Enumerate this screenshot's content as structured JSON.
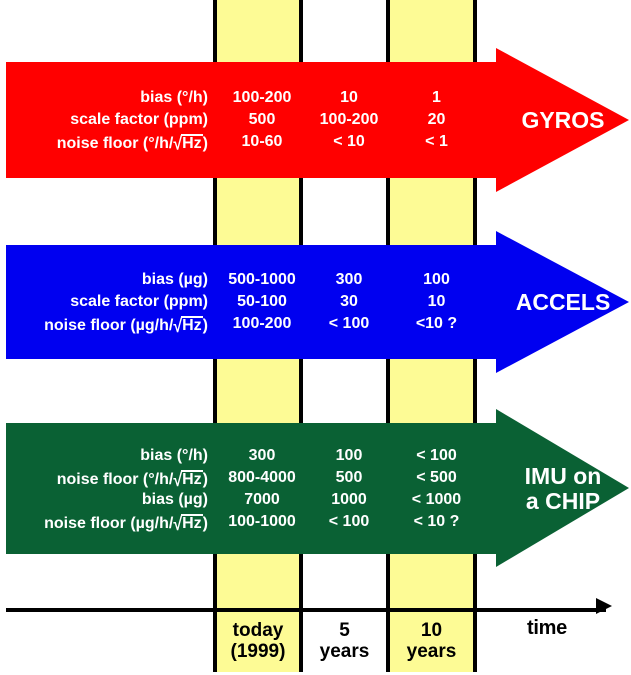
{
  "chart_data": {
    "type": "table",
    "title": "Inertial sensor technology roadmap",
    "xlabel": "time",
    "columns": [
      "today (1999)",
      "5 years",
      "10 years"
    ],
    "rows": [
      {
        "technology": "GYROS",
        "color": "#ff0000",
        "metrics": [
          {
            "label": "bias (°/h)",
            "values": [
              "100-200",
              "10",
              "1"
            ]
          },
          {
            "label": "scale factor (ppm)",
            "values": [
              "500",
              "100-200",
              "20"
            ]
          },
          {
            "label": "noise floor (°/h/√Hz)",
            "values": [
              "10-60",
              "< 10",
              "< 1"
            ]
          }
        ]
      },
      {
        "technology": "ACCELS",
        "color": "#0000f0",
        "metrics": [
          {
            "label": "bias (µg)",
            "values": [
              "500-1000",
              "300",
              "100"
            ]
          },
          {
            "label": "scale factor (ppm)",
            "values": [
              "50-100",
              "30",
              "10"
            ]
          },
          {
            "label": "noise floor (µg/h/√Hz)",
            "values": [
              "100-200",
              "< 100",
              "<10 ?"
            ]
          }
        ]
      },
      {
        "technology": "IMU on a CHIP",
        "color": "#0a6134",
        "metrics": [
          {
            "label": "bias (°/h)",
            "values": [
              "300",
              "100",
              "< 100"
            ]
          },
          {
            "label": "noise floor (°/h/√Hz)",
            "values": [
              "800-4000",
              "500",
              "< 500"
            ]
          },
          {
            "label": "bias (µg)",
            "values": [
              "7000",
              "1000",
              "< 1000"
            ]
          },
          {
            "label": "noise floor (µg/h/√Hz)",
            "values": [
              "100-1000",
              "< 100",
              "< 10 ?"
            ]
          }
        ]
      }
    ]
  },
  "rows": {
    "gyros": {
      "title": "GYROS",
      "title_line1": "GYROS",
      "title_line2": "",
      "metrics": [
        {
          "label_pre": "bias (°/h)",
          "has_sqrt": false,
          "sqrt_pre": "",
          "sqrt_body": "",
          "sqrt_post": "",
          "v0": "100-200",
          "v1": "10",
          "v2": "1"
        },
        {
          "label_pre": "scale factor (ppm)",
          "has_sqrt": false,
          "sqrt_pre": "",
          "sqrt_body": "",
          "sqrt_post": "",
          "v0": "500",
          "v1": "100-200",
          "v2": "20"
        },
        {
          "label_pre": "",
          "has_sqrt": true,
          "sqrt_pre": "noise floor (°/h/",
          "sqrt_body": "Hz",
          "sqrt_post": ")",
          "v0": "10-60",
          "v1": "< 10",
          "v2": "< 1"
        }
      ]
    },
    "accels": {
      "title": "ACCELS",
      "title_line1": "ACCELS",
      "title_line2": "",
      "metrics": [
        {
          "label_pre": "bias (µg)",
          "has_sqrt": false,
          "sqrt_pre": "",
          "sqrt_body": "",
          "sqrt_post": "",
          "v0": "500-1000",
          "v1": "300",
          "v2": "100"
        },
        {
          "label_pre": "scale factor (ppm)",
          "has_sqrt": false,
          "sqrt_pre": "",
          "sqrt_body": "",
          "sqrt_post": "",
          "v0": "50-100",
          "v1": "30",
          "v2": "10"
        },
        {
          "label_pre": "",
          "has_sqrt": true,
          "sqrt_pre": "noise floor (µg/h/",
          "sqrt_body": "Hz",
          "sqrt_post": ")",
          "v0": "100-200",
          "v1": "< 100",
          "v2": "<10 ?"
        }
      ]
    },
    "imu": {
      "title": "IMU on a CHIP",
      "title_line1": "IMU on",
      "title_line2": "a CHIP",
      "metrics": [
        {
          "label_pre": "bias (°/h)",
          "has_sqrt": false,
          "sqrt_pre": "",
          "sqrt_body": "",
          "sqrt_post": "",
          "v0": "300",
          "v1": "100",
          "v2": "< 100"
        },
        {
          "label_pre": "",
          "has_sqrt": true,
          "sqrt_pre": "noise floor (°/h/",
          "sqrt_body": "Hz",
          "sqrt_post": ")",
          "v0": "800-4000",
          "v1": "500",
          "v2": "< 500"
        },
        {
          "label_pre": "bias (µg)",
          "has_sqrt": false,
          "sqrt_pre": "",
          "sqrt_body": "",
          "sqrt_post": "",
          "v0": "7000",
          "v1": "1000",
          "v2": "< 1000"
        },
        {
          "label_pre": "",
          "has_sqrt": true,
          "sqrt_pre": "noise floor (µg/h/",
          "sqrt_body": "Hz",
          "sqrt_post": ")",
          "v0": "100-1000",
          "v1": "< 100",
          "v2": "< 10 ?"
        }
      ]
    }
  },
  "axis": {
    "time_label": "time",
    "cells": [
      {
        "line1": "today",
        "line2": "(1999)"
      },
      {
        "line1": "5",
        "line2": "years"
      },
      {
        "line1": "10",
        "line2": "years"
      }
    ]
  },
  "colors": {
    "gyros": "#ff0000",
    "accels": "#0000f0",
    "imu": "#0a6134",
    "band": "#fdfb95",
    "rule": "#000000",
    "text_on_arrow": "#ffffff"
  },
  "glyphs": {
    "radical": "√"
  }
}
